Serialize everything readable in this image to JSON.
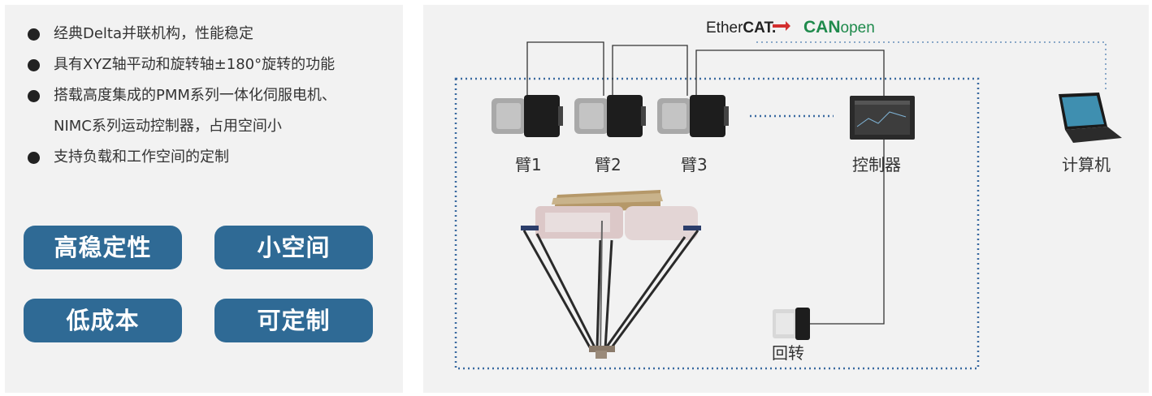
{
  "features": [
    {
      "lines": [
        "经典Delta并联机构，性能稳定"
      ]
    },
    {
      "lines": [
        "具有XYZ轴平动和旋转轴±180°旋转的功能"
      ]
    },
    {
      "lines": [
        "搭载高度集成的PMM系列一体化伺服电机、",
        "NIMC系列运动控制器，占用空间小"
      ]
    },
    {
      "lines": [
        "支持负载和工作空间的定制"
      ]
    }
  ],
  "tags": [
    "高稳定性",
    "小空间",
    "低成本",
    "可定制"
  ],
  "diagram": {
    "arm_labels": [
      "臂1",
      "臂2",
      "臂3"
    ],
    "controller_label": "控制器",
    "computer_label": "计算机",
    "rotation_label": "回转",
    "ethercat": {
      "prefix": "Ether",
      "suffix": "CAT."
    },
    "canopen": {
      "prefix": "CAN",
      "suffix": "open"
    }
  },
  "colors": {
    "accent": "#2f6a95",
    "panel": "#f2f2f2",
    "dotted": "#3a6aa0",
    "ethercat_red": "#d32f2f",
    "canopen_green": "#1f8a4c"
  }
}
